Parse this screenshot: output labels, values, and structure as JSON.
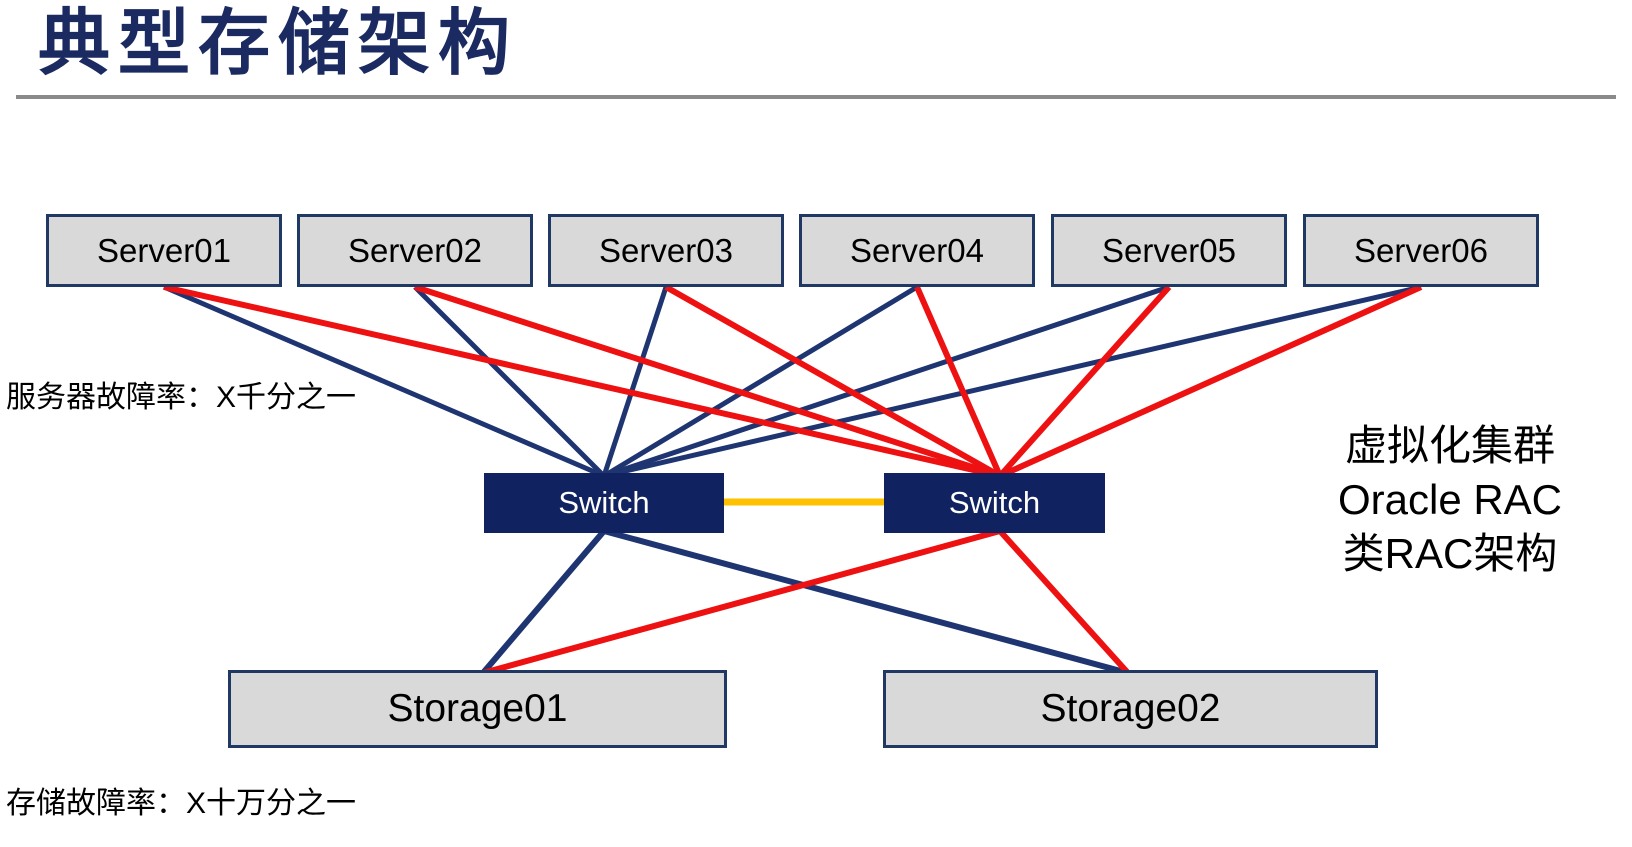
{
  "title": "典型存储架构",
  "servers": [
    "Server01",
    "Server02",
    "Server03",
    "Server04",
    "Server05",
    "Server06"
  ],
  "switches": {
    "left": "Switch",
    "right": "Switch"
  },
  "storages": [
    "Storage01",
    "Storage02"
  ],
  "notes": {
    "server_failure_rate": "服务器故障率：X千分之一",
    "storage_failure_rate": "存储故障率：X十万分之一",
    "cluster": [
      "虚拟化集群",
      "Oracle RAC",
      "类RAC架构"
    ]
  },
  "colors": {
    "title_navy": "#1B2B61",
    "switch_fill": "#112260",
    "node_fill": "#D9D9D9",
    "node_border": "#1F3864",
    "link_blue": "#1E3572",
    "link_red": "#EE1111",
    "link_yellow": "#FFC000",
    "divider_gray": "#8A8A8A"
  }
}
